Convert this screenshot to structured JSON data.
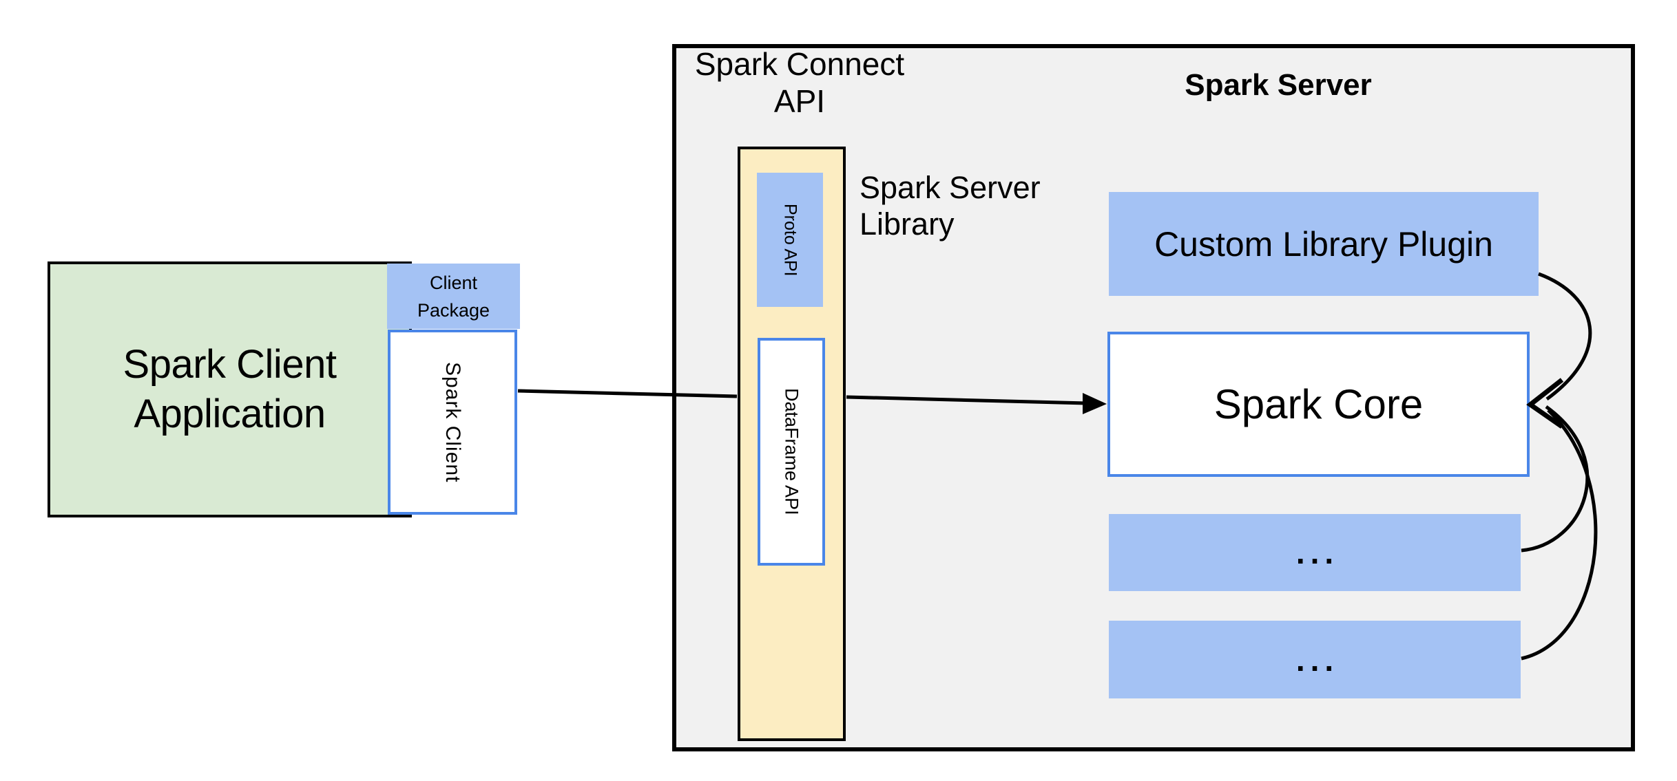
{
  "diagram": {
    "client_app": {
      "lines": [
        "Spark Client",
        "Application"
      ]
    },
    "client_package": {
      "lines": [
        "Client",
        "Package"
      ]
    },
    "spark_client": {
      "label": "Spark Client"
    },
    "spark_connect_api": {
      "lines": [
        "Spark Connect",
        "API"
      ]
    },
    "proto_api": {
      "label": "Proto  API"
    },
    "dataframe_api": {
      "label": "DataFrame API"
    },
    "spark_server_library": {
      "lines": [
        "Spark Server",
        "Library"
      ]
    },
    "spark_server": {
      "title": "Spark Server"
    },
    "custom_library_plugin": {
      "label": "Custom Library Plugin"
    },
    "spark_core": {
      "label": "Spark Core"
    },
    "plugin_slot_1": {
      "label": "..."
    },
    "plugin_slot_2": {
      "label": "..."
    }
  },
  "colors": {
    "green_fill": "#d9ead3",
    "blue_fill": "#a4c2f4",
    "yellow_fill": "#fcedc2",
    "gray_fill": "#f1f1f1",
    "blue_border": "#4a86e8",
    "line": "#000000"
  }
}
